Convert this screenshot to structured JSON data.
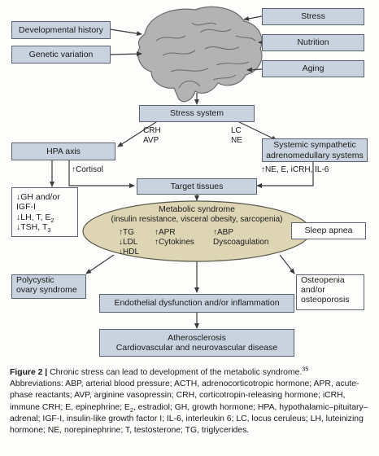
{
  "top_boxes": {
    "developmental_history": "Developmental history",
    "genetic_variation": "Genetic variation",
    "stress": "Stress",
    "nutrition": "Nutrition",
    "aging": "Aging"
  },
  "stress_system": "Stress system",
  "crh_avp": [
    "CRH",
    "AVP"
  ],
  "lc_ne": [
    "LC",
    "NE"
  ],
  "hpa_axis": "HPA axis",
  "sympathetic": [
    "Systemic sympathetic",
    "adrenomedullary systems"
  ],
  "cortisol_label": "↑Cortisol",
  "sympathetic_mediators": "↑NE, E, iCRH, IL-6",
  "target_tissues": "Target tissues",
  "hormone_changes": {
    "line1": "↓GH and/or",
    "line2": "IGF-I",
    "line3a": "↓LH, T, E",
    "line3_sub": "2",
    "line4a": "↓TSH, T",
    "line4_sub": "3"
  },
  "metabolic_syndrome": {
    "title": "Metabolic syndrome",
    "subtitle": "(insulin resistance, visceral obesity, sarcopenia)",
    "col1": [
      "↑TG",
      "↓LDL",
      "↓HDL"
    ],
    "col2": [
      "↑APR",
      "↑Cytokines"
    ],
    "col3": [
      "↑ABP",
      "Dyscoagulation"
    ]
  },
  "sleep_apnea": "Sleep apnea",
  "polycystic": [
    "Polycystic",
    "ovary syndrome"
  ],
  "osteopenia": [
    "Osteopenia",
    "and/or",
    "osteoporosis"
  ],
  "endothelial": "Endothelial dysfunction and/or inflammation",
  "atherosclerosis": [
    "Atherosclerosis",
    "Cardiovascular and neurovascular disease"
  ],
  "caption": {
    "figure_label": "Figure 2 |",
    "title": " Chronic stress can lead to development of the metabolic syndrome.",
    "ref": "35",
    "abbr_part1": "Abbreviations: ABP, arterial blood pressure; ACTH, adrenocorticotropic hormone; APR, acute-phase reactants; AVP, arginine vasopressin; CRH, corticotropin-releasing hormone; iCRH, immune CRH; E, epinephrine; E",
    "abbr_sub": "2",
    "abbr_part2": ", estradiol; GH, growth hormone; HPA, hypothalamic–pituitary–adrenal; IGF-I, insulin-like growth factor I; IL-6, interleukin 6; LC, locus ceruleus; LH, luteinizing hormone; NE, norepinephrine; T, testosterone; TG, triglycerides."
  },
  "colors": {
    "box_fill": "#c9d3df",
    "ellipse_fill": "#ddd5b4",
    "line": "#3a3a3a",
    "brain": "#9a9a9a"
  }
}
